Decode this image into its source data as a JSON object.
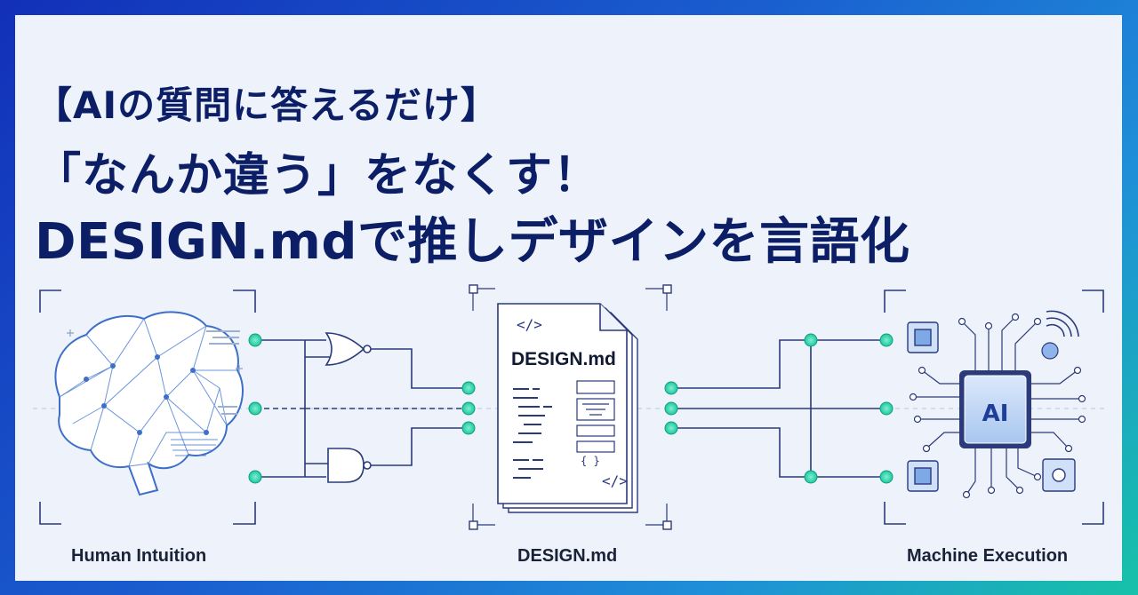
{
  "title": {
    "line1": "【AIの質問に答えるだけ】",
    "line2": "「なんか違う」をなくす！",
    "line3": "DESIGN.mdで推しデザインを言語化"
  },
  "diagram": {
    "document_label": "DESIGN.md",
    "document_tag_top": "</>",
    "document_tag_bottom": "</>",
    "document_braces": "{ }",
    "chip_label": "AI"
  },
  "captions": {
    "left": "Human Intuition",
    "middle": "DESIGN.md",
    "right": "Machine Execution"
  },
  "colors": {
    "frame_start": "#1230b8",
    "frame_end": "#17c2a8",
    "title": "#0c1f66",
    "line": "#2a3a7a",
    "node": "#2fd6b0",
    "accent_blue": "#3e7bd8"
  }
}
